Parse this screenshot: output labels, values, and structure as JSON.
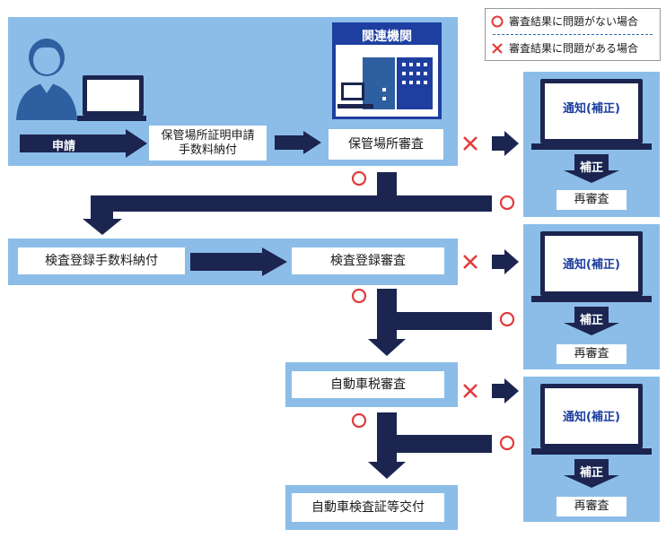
{
  "legend": {
    "ok_label": "審査結果に問題がない場合",
    "ng_label": "審査結果に問題がある場合"
  },
  "stage1": {
    "apply_label": "申請",
    "fee_label": "保管場所証明申請\n手数料納付",
    "agency_title": "関連機関",
    "review_label": "保管場所審査"
  },
  "stage2": {
    "fee_label": "検査登録手数料納付",
    "review_label": "検査登録審査"
  },
  "stage3": {
    "review_label": "自動車税審査"
  },
  "final": {
    "issue_label": "自動車検査証等交付"
  },
  "notify": {
    "screen_label": "通知(補正)",
    "correction_label": "補正",
    "rereview_label": "再審査"
  },
  "colors": {
    "panel": "#8cbde8",
    "navy": "#1b2550",
    "ok_circle": "#e23b3b",
    "ng_cross": "#e23b3b",
    "notify_text": "#1e3fa0"
  }
}
